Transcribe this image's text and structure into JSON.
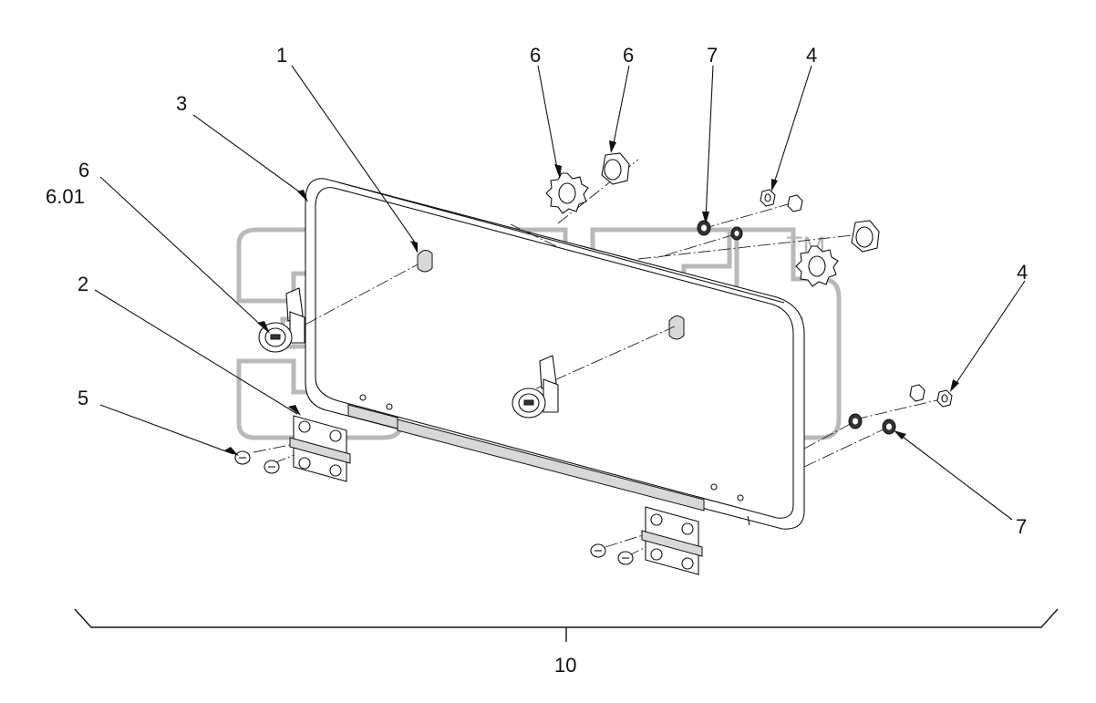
{
  "watermark": {
    "brand": "ЭТТВ",
    "tm": "TM"
  },
  "callouts": [
    {
      "id": "c1",
      "text": "1"
    },
    {
      "id": "c2",
      "text": "2"
    },
    {
      "id": "c3",
      "text": "3"
    },
    {
      "id": "c4a",
      "text": "4"
    },
    {
      "id": "c4b",
      "text": "4"
    },
    {
      "id": "c5",
      "text": "5"
    },
    {
      "id": "c6a",
      "text": "6"
    },
    {
      "id": "c6b",
      "text": "6"
    },
    {
      "id": "c6c",
      "text": "6"
    },
    {
      "id": "c601",
      "text": "6.01"
    },
    {
      "id": "c7a",
      "text": "7"
    },
    {
      "id": "c7b",
      "text": "7"
    },
    {
      "id": "c10",
      "text": "10"
    }
  ]
}
